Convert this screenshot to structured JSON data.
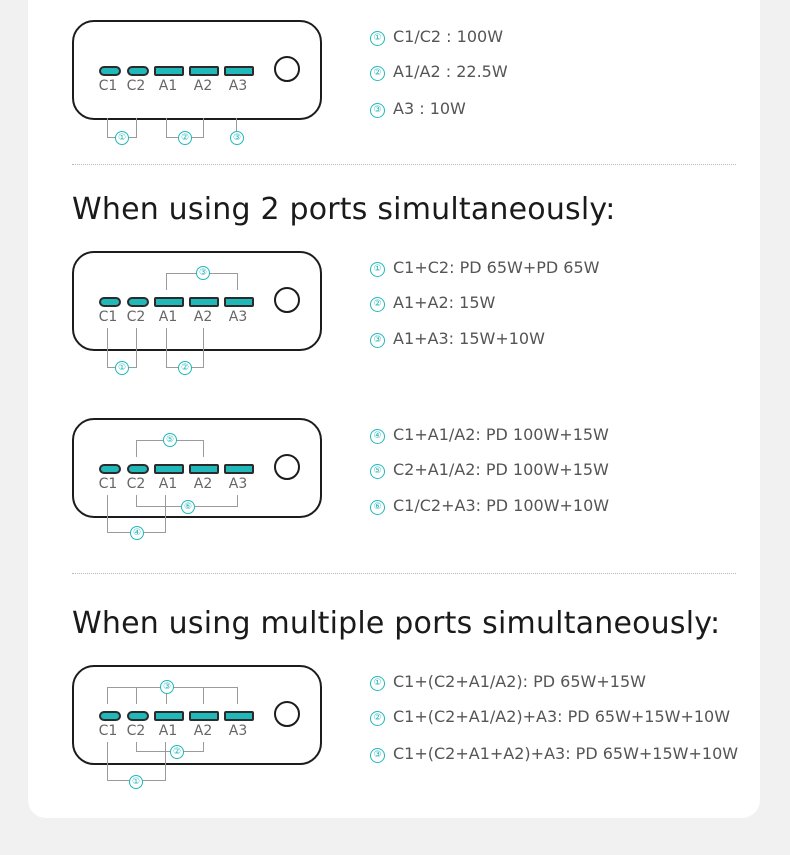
{
  "ports": {
    "labels": [
      "C1",
      "C2",
      "A1",
      "A2",
      "A3"
    ]
  },
  "section1": {
    "specs": [
      {
        "marker": "①",
        "text": "C1/C2 : 100W"
      },
      {
        "marker": "②",
        "text": "A1/A2 : 22.5W"
      },
      {
        "marker": "③",
        "text": "A3 : 10W"
      }
    ],
    "diagram_markers": [
      "①",
      "②",
      "③"
    ]
  },
  "section2": {
    "heading": "When using 2 ports simultaneously:",
    "group_a": {
      "specs": [
        {
          "marker": "①",
          "text": "C1+C2:  PD 65W+PD 65W"
        },
        {
          "marker": "②",
          "text": "A1+A2:  15W"
        },
        {
          "marker": "③",
          "text": "A1+A3:  15W+10W"
        }
      ],
      "diagram_markers": [
        "①",
        "②",
        "③"
      ]
    },
    "group_b": {
      "specs": [
        {
          "marker": "④",
          "text": "C1+A1/A2:  PD 100W+15W"
        },
        {
          "marker": "⑤",
          "text": "C2+A1/A2:  PD 100W+15W"
        },
        {
          "marker": "⑥",
          "text": "C1/C2+A3:  PD 100W+10W"
        }
      ],
      "diagram_markers": [
        "④",
        "⑤",
        "⑥"
      ]
    }
  },
  "section3": {
    "heading": "When using multiple ports simultaneously:",
    "specs": [
      {
        "marker": "①",
        "text": "C1+(C2+A1/A2):  PD 65W+15W"
      },
      {
        "marker": "②",
        "text": "C1+(C2+A1/A2)+A3:  PD 65W+15W+10W"
      },
      {
        "marker": "③",
        "text": "C1+(C2+A1+A2)+A3:  PD 65W+15W+10W"
      }
    ],
    "diagram_markers": [
      "①",
      "②",
      "③"
    ]
  },
  "colors": {
    "accent": "#21b8ba",
    "card": "#ffffff",
    "background": "#f1f1f1",
    "outline": "#1c1c1c"
  }
}
